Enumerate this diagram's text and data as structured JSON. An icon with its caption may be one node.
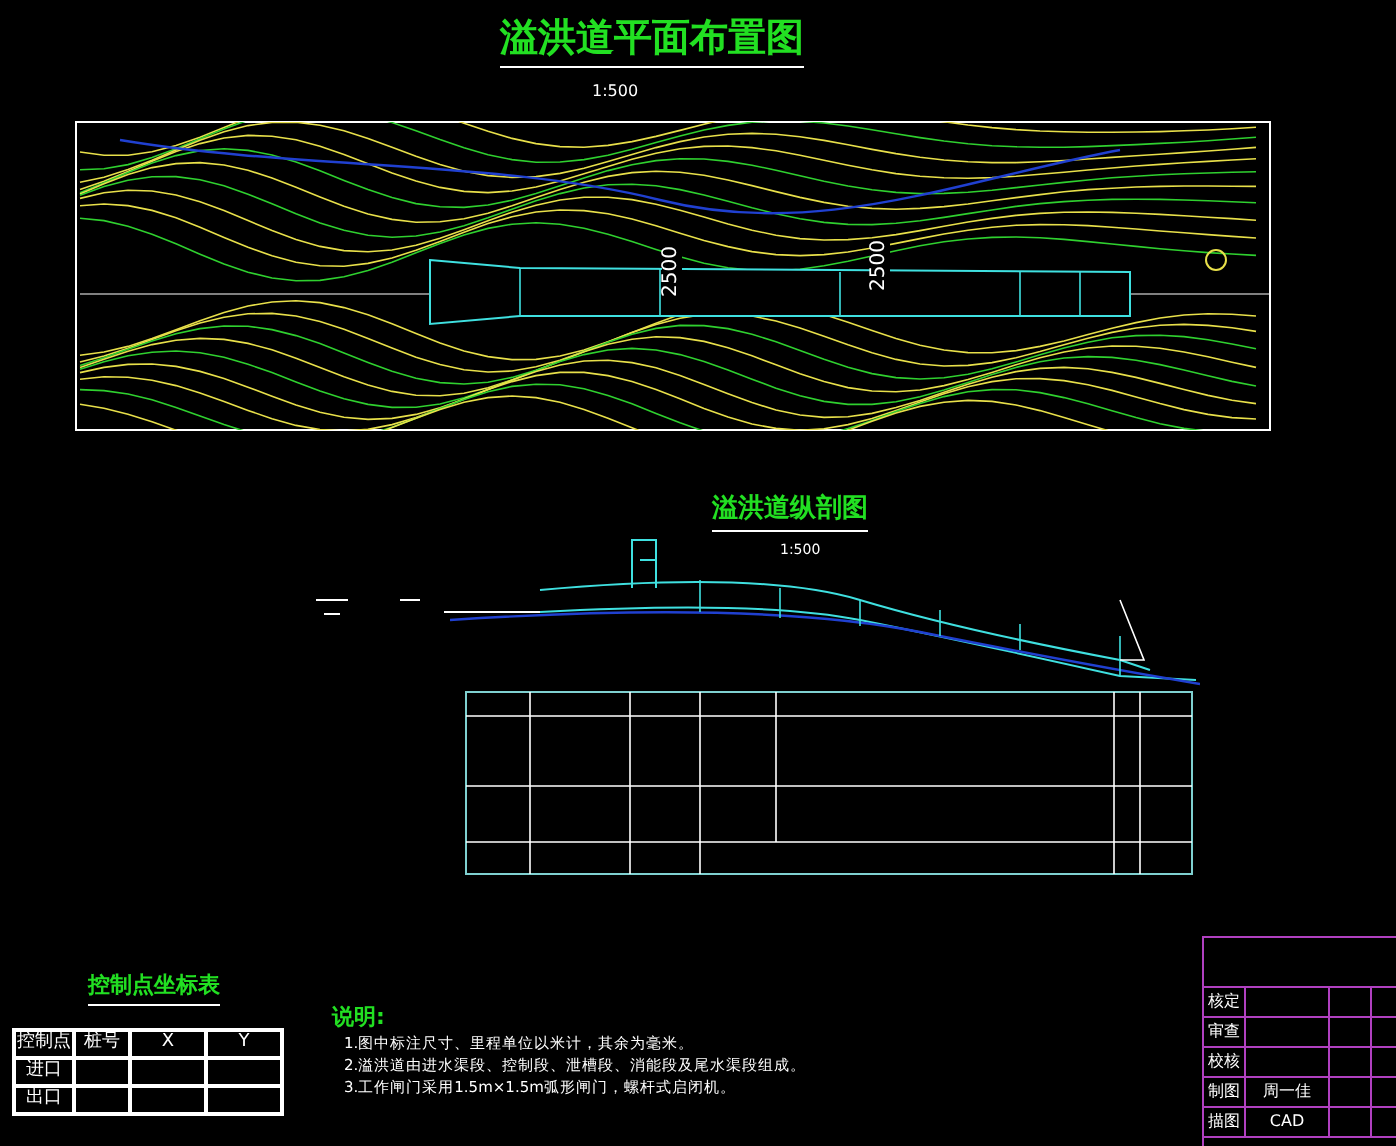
{
  "diagram": {
    "title": "溢洪道平面布置图",
    "labels": [
      "1:500",
      "2500",
      "2500",
      "溢洪道纵剖图",
      "1:500",
      "控制点坐标表",
      "控制点",
      "桩号",
      "X",
      "Y",
      "进口",
      "出口",
      "说明:",
      "1.图中标注尺寸、里程单位以米计，其余为毫米。",
      "2.溢洪道由进水渠段、控制段、泄槽段、消能段及尾水渠段组成。",
      "3.工作闸门采用1.5m×1.5m弧形闸门，螺杆式启闭机。",
      "核定",
      "审查",
      "校核",
      "制图",
      "周一佳",
      "描图",
      "CAD"
    ]
  }
}
